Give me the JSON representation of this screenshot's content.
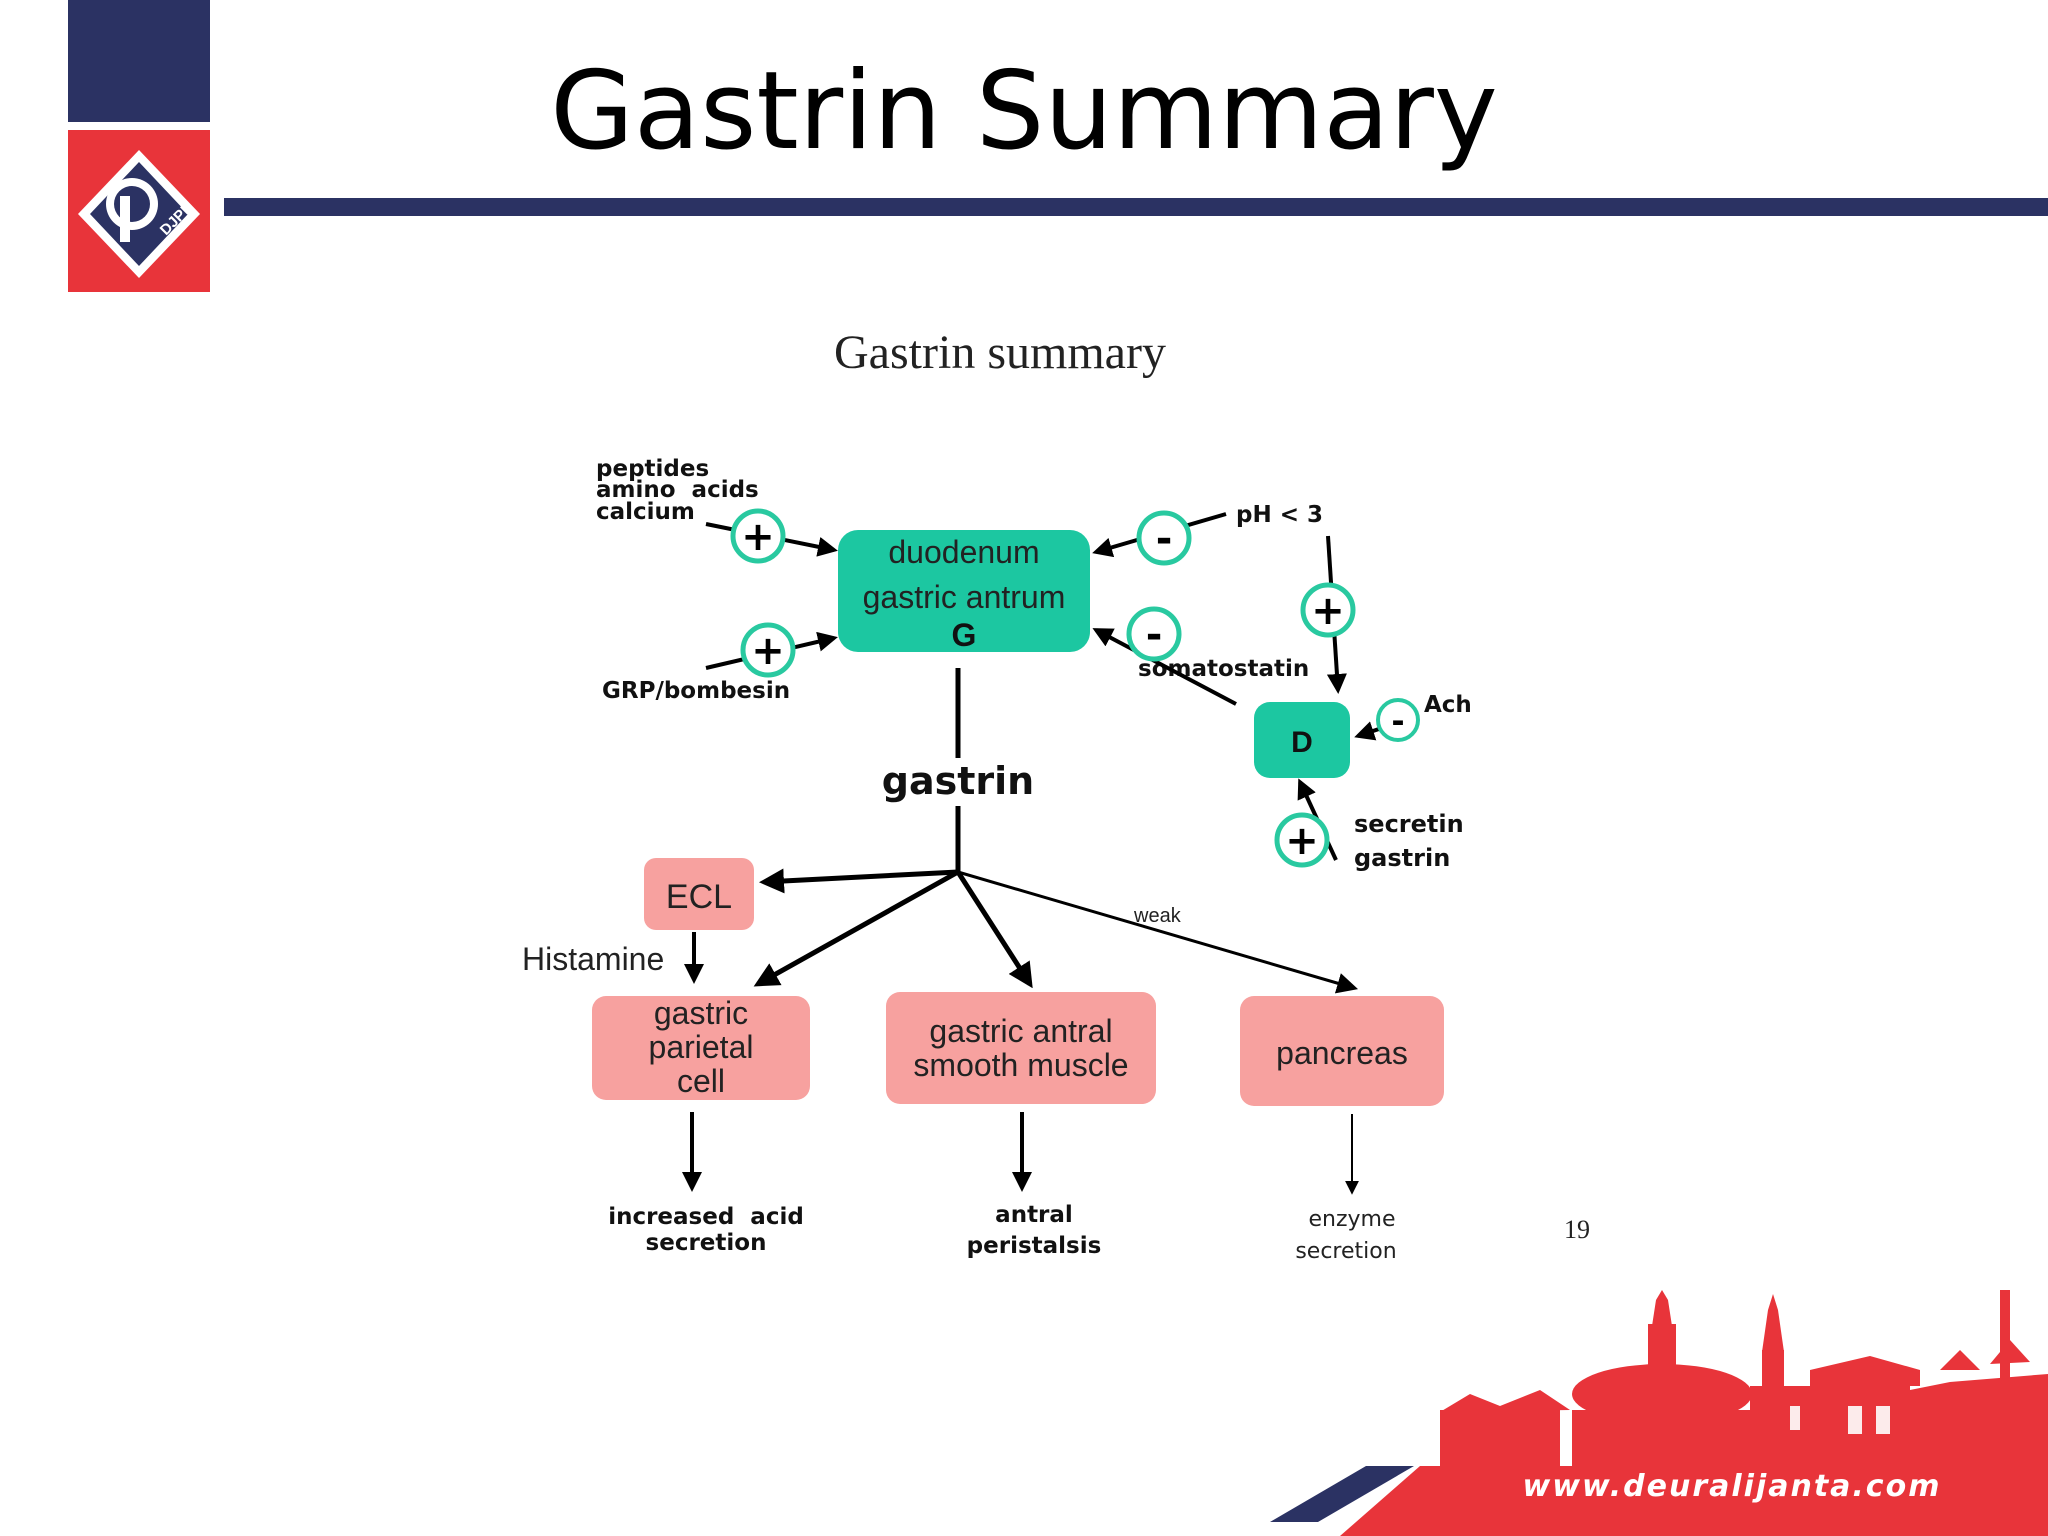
{
  "slide": {
    "title": "Gastrin Summary",
    "page_number": "19"
  },
  "logo": {
    "text": "DJPL"
  },
  "colors": {
    "navy": "#2b3263",
    "red": "#e8343a",
    "teal": "#1cc7a1",
    "pink": "#f7a19f",
    "plus_ring": "#29c9a0"
  },
  "diagram": {
    "title": "Gastrin summary",
    "inputs": {
      "stimulants_top": [
        "peptides",
        "amino  acids",
        "calcium"
      ],
      "grp": "GRP/bombesin",
      "ph": "pH < 3",
      "somatostatin": "somatostatin",
      "ach": "Ach",
      "d_stimulants": [
        "secretin",
        "gastrin"
      ]
    },
    "g_cell": {
      "lines": [
        "duodenum",
        "gastric antrum"
      ],
      "letter": "G"
    },
    "d_cell": {
      "letter": "D"
    },
    "hormone": "gastrin",
    "ecl": "ECL",
    "histamine": "Histamine",
    "weak": "weak",
    "targets": [
      {
        "label": [
          "gastric",
          "parietal",
          "cell"
        ],
        "effect": [
          "increased  acid",
          "secretion"
        ]
      },
      {
        "label": [
          "gastric antral",
          "smooth muscle"
        ],
        "effect": [
          "antral",
          "peristalsis"
        ]
      },
      {
        "label": [
          "pancreas"
        ],
        "effect": [
          "enzyme",
          "secretion"
        ]
      }
    ],
    "signs": {
      "plus": "+",
      "minus": "-"
    }
  },
  "footer": {
    "url": "www.deuralijanta.com"
  }
}
